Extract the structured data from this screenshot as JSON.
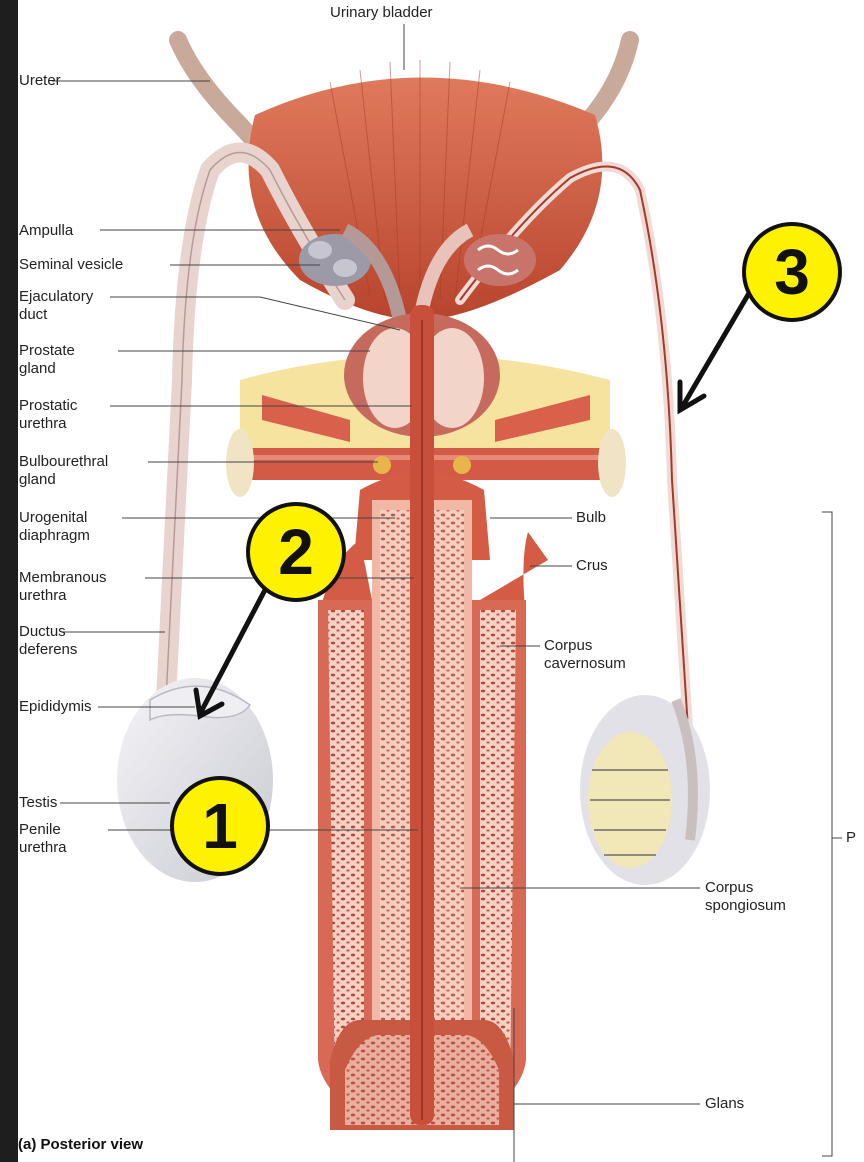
{
  "labels": {
    "urinary_bladder": "Urinary bladder",
    "ureter": "Ureter",
    "ampulla": "Ampulla",
    "seminal_vesicle": "Seminal vesicle",
    "ejaculatory_duct": "Ejaculatory\nduct",
    "prostate_gland": "Prostate\ngland",
    "prostatic_urethra": "Prostatic\nurethra",
    "bulbourethral_gland": "Bulbourethral\ngland",
    "urogenital_diaphragm": "Urogenital\ndiaphragm",
    "membranous_urethra": "Membranous\nurethra",
    "ductus_deferens": "Ductus\ndeferens",
    "epididymis": "Epididymis",
    "testis": "Testis",
    "penile_urethra": "Penile\nurethra",
    "bulb": "Bulb",
    "crus": "Crus",
    "corpus_cavernosum": "Corpus\ncavernosum",
    "corpus_spongiosum": "Corpus\nspongiosum",
    "glans": "Glans",
    "penis_partial": "P"
  },
  "caption": "(a) Posterior view",
  "markers": {
    "m1": "1",
    "m2": "2",
    "m3": "3"
  },
  "colors": {
    "background": "#1e1e1e",
    "plate": "#ffffff",
    "muscle": "#c8503a",
    "erectile_tissue": "#f2b8a6",
    "adipose": "#f6e3a0",
    "testis": "#e4e4ea",
    "ductus": "#e9d3cf",
    "marker_fill": "#fff200"
  }
}
